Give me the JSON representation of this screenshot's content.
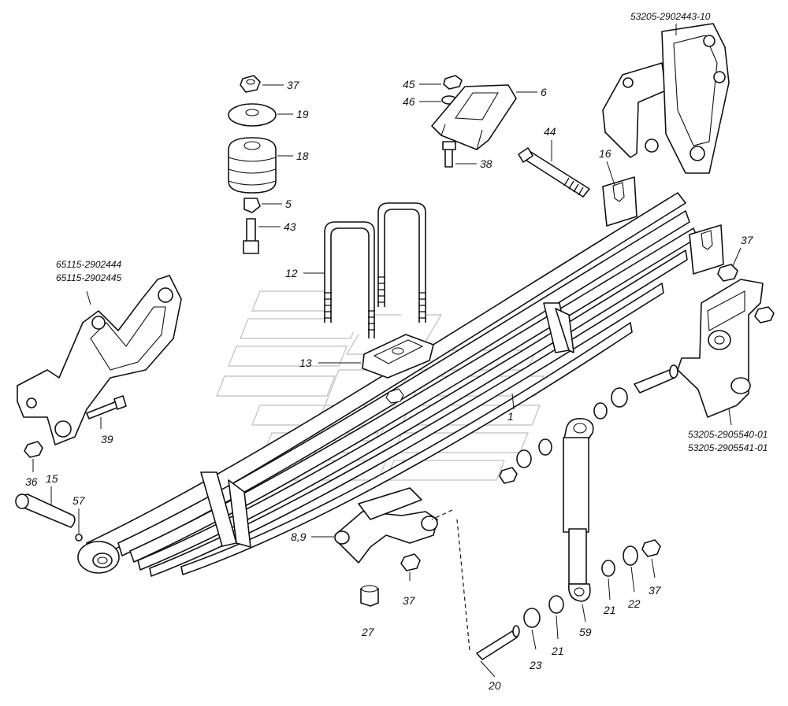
{
  "callouts": {
    "c37a": "37",
    "c19": "19",
    "c18": "18",
    "c5": "5",
    "c43": "43",
    "c45": "45",
    "c46": "46",
    "c6": "6",
    "c38": "38",
    "c44": "44",
    "c16": "16",
    "c37b": "37",
    "c12": "12",
    "c13": "13",
    "c1": "1",
    "c39": "39",
    "c36": "36",
    "c15": "15",
    "c57": "57",
    "c89": "8,9",
    "c37c": "37",
    "c27": "27",
    "c20": "20",
    "c23": "23",
    "c21a": "21",
    "c59": "59",
    "c21b": "21",
    "c22": "22",
    "c37d": "37"
  },
  "codes": {
    "rear_bracket": "53205-2902443-10",
    "front_bracket_1": "65115-2902444",
    "front_bracket_2": "65115-2902445",
    "shock_bracket_1": "53205-2905540-01",
    "shock_bracket_2": "53205-2905541-01"
  }
}
